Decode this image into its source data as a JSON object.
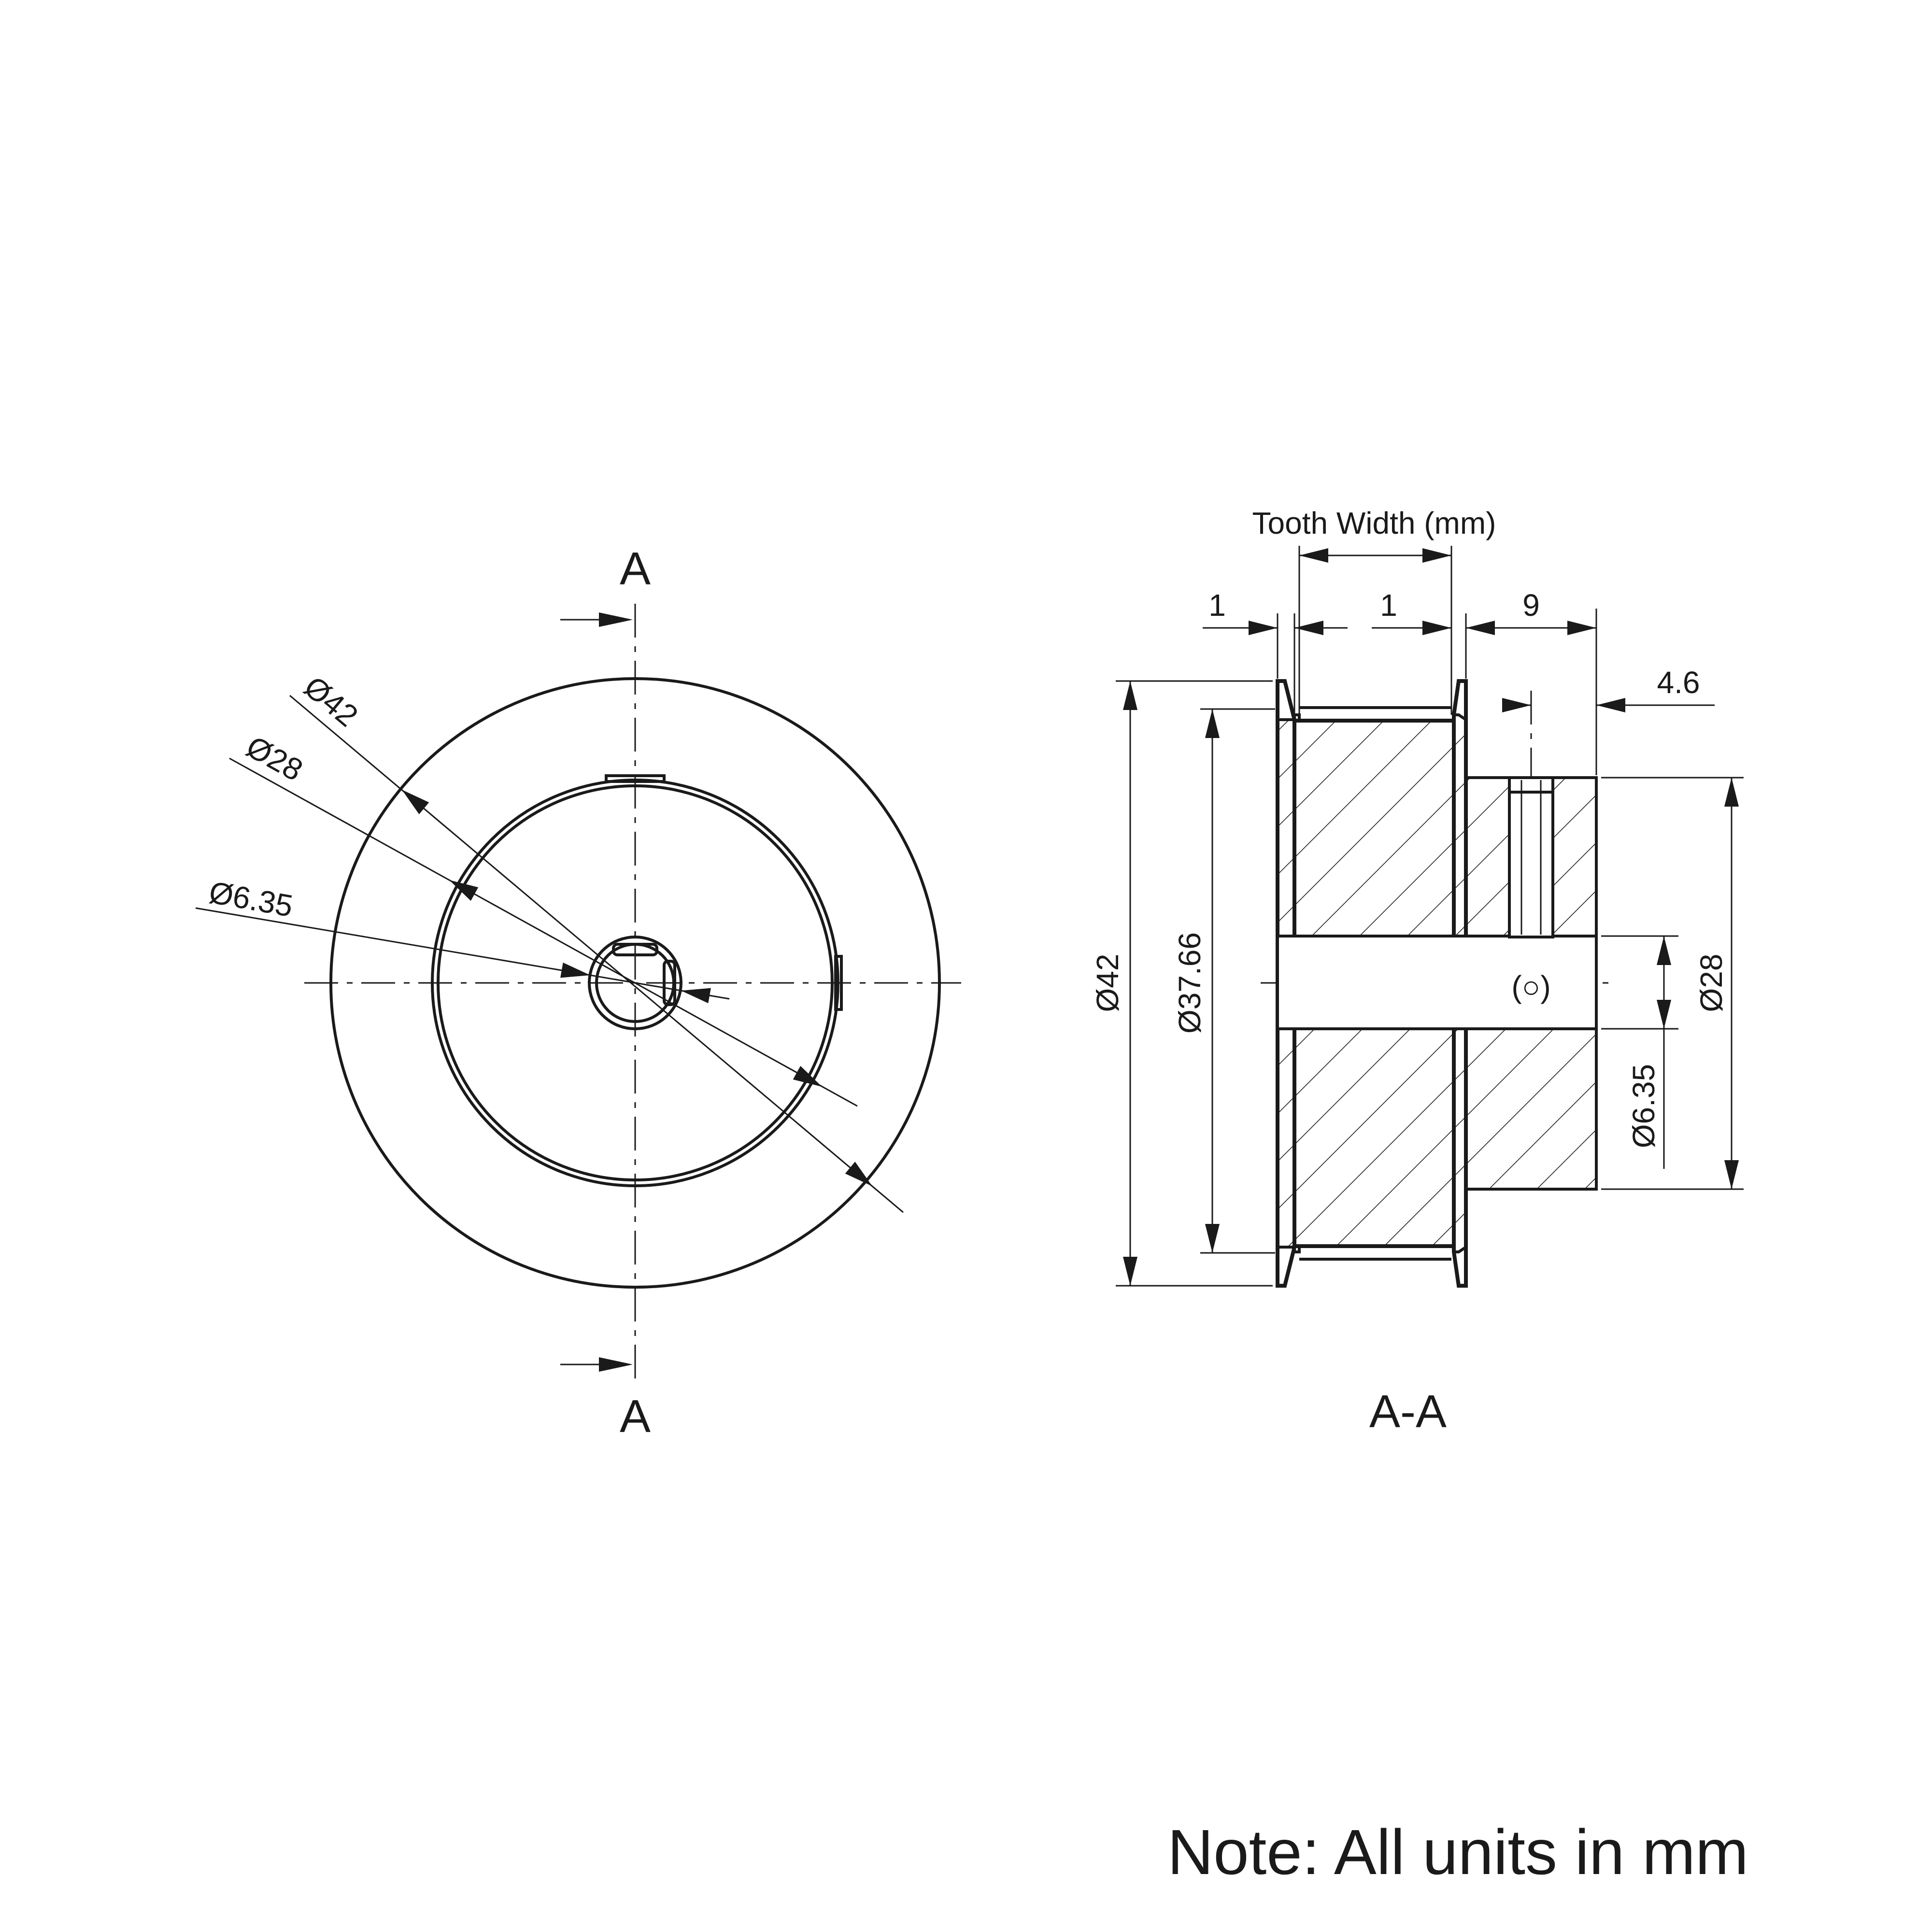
{
  "front_view": {
    "section_label_top": "A",
    "section_label_bottom": "A",
    "dim_outer": "Ø42",
    "dim_hub": "Ø28",
    "dim_bore": "Ø6.35"
  },
  "section_view": {
    "title": "A-A",
    "tooth_width_label": "Tooth Width (mm)",
    "dim_flange_left": "1",
    "dim_tooth": "1",
    "dim_hub_length": "9",
    "dim_screw_offset": "4.6",
    "dim_outer": "Ø42",
    "dim_pitch": "Ø37.66",
    "dim_hub": "Ø28",
    "dim_bore": "Ø6.35"
  },
  "note": "Note: All units in mm"
}
